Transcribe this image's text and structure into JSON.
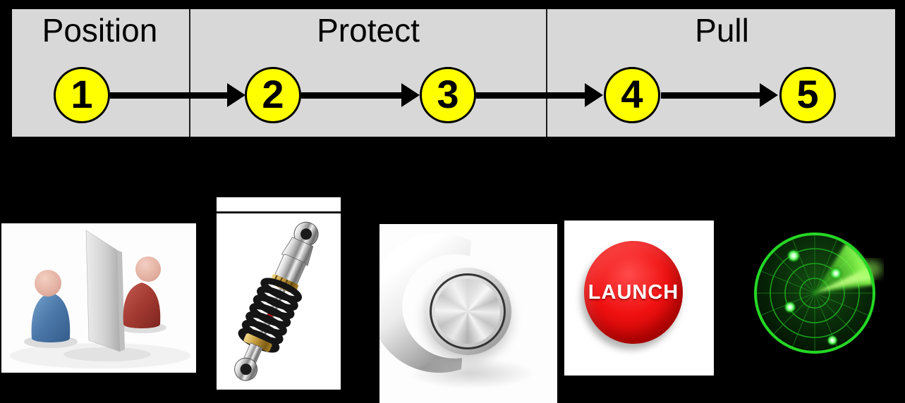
{
  "slide": {
    "background_color": "#000000",
    "banner_background": "#d8d8d8",
    "step_fill_color": "#ffff00"
  },
  "banner": {
    "phases": [
      {
        "label": "Position",
        "steps": [
          "1"
        ]
      },
      {
        "label": "Protect",
        "steps": [
          "2",
          "3"
        ]
      },
      {
        "label": "Pull",
        "steps": [
          "4",
          "5"
        ]
      }
    ],
    "steps": [
      {
        "number": "1"
      },
      {
        "number": "2"
      },
      {
        "number": "3"
      },
      {
        "number": "4"
      },
      {
        "number": "5"
      }
    ]
  },
  "illustrations": {
    "divided_figures": {
      "icon": "two-figures-wall-icon",
      "left_figure_color": "#4a76a8",
      "right_figure_color": "#a33a32",
      "wall_color": "#cfcfcf"
    },
    "shock_absorber": {
      "icon": "shock-absorber-icon",
      "spring_color": "#141414",
      "collar_color": "#c49a3c"
    },
    "metal_knob": {
      "icon": "metal-knob-icon"
    },
    "launch_button": {
      "icon": "launch-button-icon",
      "label": "LAUNCH",
      "color": "#e01010",
      "text_color": "#ffffff"
    },
    "radar": {
      "icon": "radar-screen-icon",
      "color": "#2bd52b",
      "blip_count": "4"
    }
  }
}
